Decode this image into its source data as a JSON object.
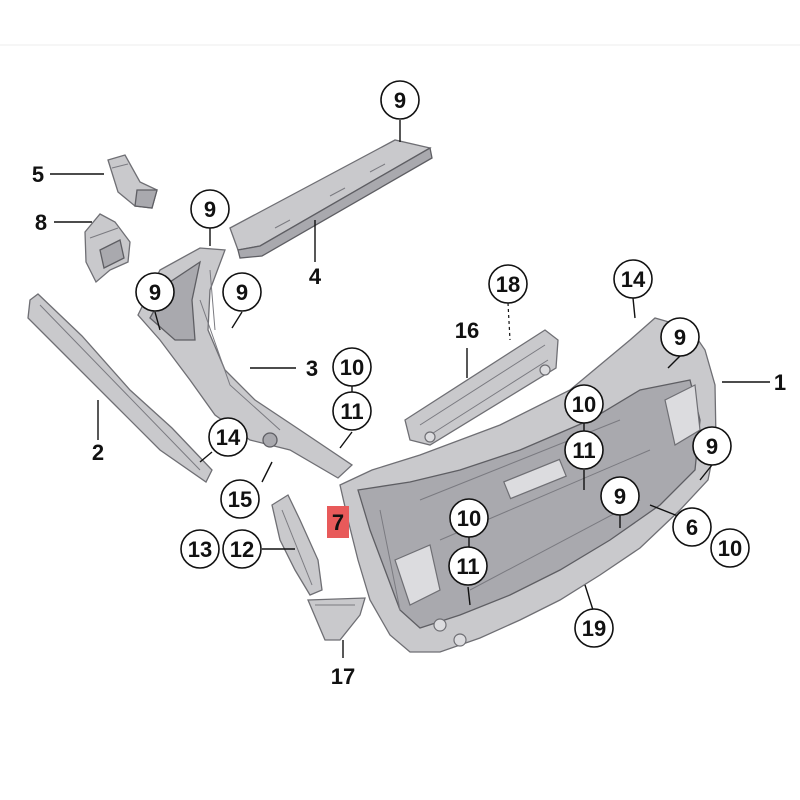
{
  "diagram": {
    "callouts": [
      {
        "id": "c9a",
        "text": "9"
      },
      {
        "id": "c5",
        "text": "5"
      },
      {
        "id": "c8",
        "text": "8"
      },
      {
        "id": "c9b",
        "text": "9"
      },
      {
        "id": "c4",
        "text": "4"
      },
      {
        "id": "c9c",
        "text": "9"
      },
      {
        "id": "c9d",
        "text": "9"
      },
      {
        "id": "c18",
        "text": "18"
      },
      {
        "id": "c14a",
        "text": "14"
      },
      {
        "id": "c16",
        "text": "16"
      },
      {
        "id": "c3",
        "text": "3"
      },
      {
        "id": "c10a",
        "text": "10"
      },
      {
        "id": "c9e",
        "text": "9"
      },
      {
        "id": "c1",
        "text": "1"
      },
      {
        "id": "c11a",
        "text": "11"
      },
      {
        "id": "c10b",
        "text": "10"
      },
      {
        "id": "c2",
        "text": "2"
      },
      {
        "id": "c14b",
        "text": "14"
      },
      {
        "id": "c11b",
        "text": "11"
      },
      {
        "id": "c9f",
        "text": "9"
      },
      {
        "id": "c15",
        "text": "15"
      },
      {
        "id": "c7",
        "text": "7"
      },
      {
        "id": "c9g",
        "text": "9"
      },
      {
        "id": "c10c",
        "text": "10"
      },
      {
        "id": "c6",
        "text": "6"
      },
      {
        "id": "c13",
        "text": "13"
      },
      {
        "id": "c12",
        "text": "12"
      },
      {
        "id": "c10d",
        "text": "10"
      },
      {
        "id": "c11c",
        "text": "11"
      },
      {
        "id": "c19",
        "text": "19"
      },
      {
        "id": "c17",
        "text": "17"
      }
    ],
    "colors": {
      "highlight": "#e85a5a",
      "part_fill": "#c9c9cc",
      "outline": "#6f6f74",
      "ink": "#111111"
    }
  }
}
